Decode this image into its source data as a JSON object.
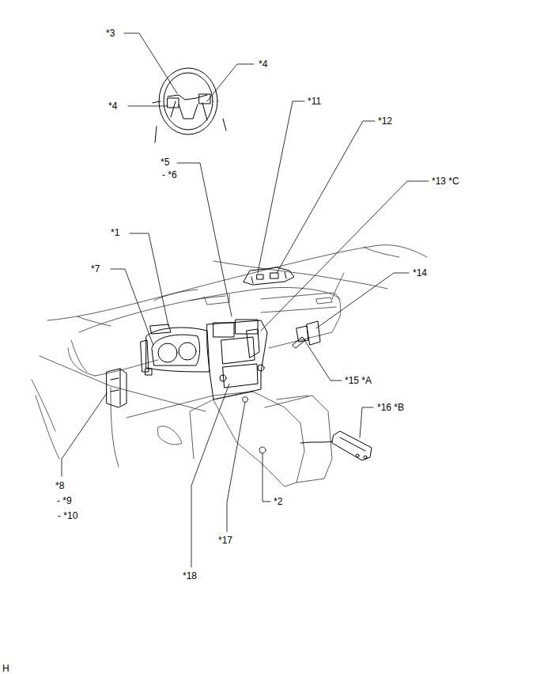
{
  "diagram": {
    "labels": [
      "*3",
      "*4",
      "*4",
      "*11",
      "*12",
      "*5",
      "- *6",
      "*13 *C",
      "*14",
      "*1",
      "*7",
      "*15 *A",
      "*16 *B",
      "*8",
      "- *9",
      "- *10",
      "*2",
      "*17",
      "*18",
      "H"
    ]
  }
}
